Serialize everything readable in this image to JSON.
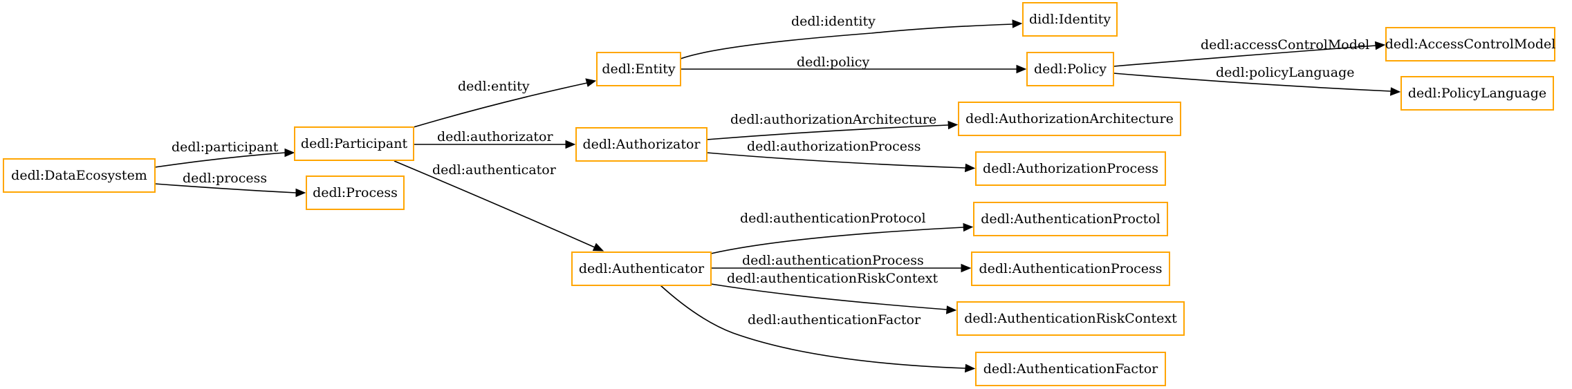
{
  "colors": {
    "node_border": "#ffa500",
    "edge": "#000000",
    "background": "#ffffff"
  },
  "nodes": {
    "dataecosystem": "dedl:DataEcosystem",
    "participant": "dedl:Participant",
    "process": "dedl:Process",
    "entity": "dedl:Entity",
    "authorizator": "dedl:Authorizator",
    "authenticator": "dedl:Authenticator",
    "identity": "didl:Identity",
    "policy": "dedl:Policy",
    "accesscontrolmodel": "dedl:AccessControlModel",
    "policylanguage": "dedl:PolicyLanguage",
    "authorizationarchitecture": "dedl:AuthorizationArchitecture",
    "authorizationprocess": "dedl:AuthorizationProcess",
    "authenticationproctol": "dedl:AuthenticationProctol",
    "authenticationprocess": "dedl:AuthenticationProcess",
    "authenticationriskcontext": "dedl:AuthenticationRiskContext",
    "authenticationfactor": "dedl:AuthenticationFactor"
  },
  "edges": {
    "participant": "dedl:participant",
    "process": "dedl:process",
    "entity": "dedl:entity",
    "authorizator": "dedl:authorizator",
    "authenticator": "dedl:authenticator",
    "identity": "dedl:identity",
    "policy": "dedl:policy",
    "accesscontrolmodel": "dedl:accessControlModel",
    "policylanguage": "dedl:policyLanguage",
    "authorizationarchitecture": "dedl:authorizationArchitecture",
    "authorizationprocess": "dedl:authorizationProcess",
    "authenticationprotocol": "dedl:authenticationProtocol",
    "authenticationprocess": "dedl:authenticationProcess",
    "authenticationriskcontext": "dedl:authenticationRiskContext",
    "authenticationfactor": "dedl:authenticationFactor"
  }
}
